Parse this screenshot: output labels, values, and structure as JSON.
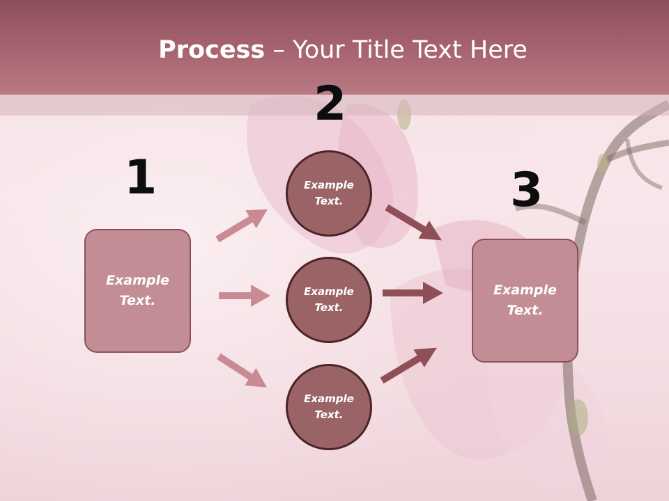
{
  "slide": {
    "title_bold": "Process",
    "title_dash": " – ",
    "title_rest": "Your Title Text Here"
  },
  "steps": {
    "step1_number": "1",
    "step2_number": "2",
    "step3_number": "3"
  },
  "nodes": {
    "left_box": [
      "Example",
      "Text."
    ],
    "circle_top": [
      "Example",
      "Text."
    ],
    "circle_middle": [
      "Example",
      "Text."
    ],
    "circle_bottom": [
      "Example",
      "Text."
    ],
    "right_box": [
      "Example",
      "Text."
    ]
  },
  "colors": {
    "title_band": "#a4606d",
    "box_fill": "#c38d96",
    "circle_fill": "#9a6467",
    "left_arrows": "#c98a93",
    "right_arrows": "#8e4f56"
  }
}
